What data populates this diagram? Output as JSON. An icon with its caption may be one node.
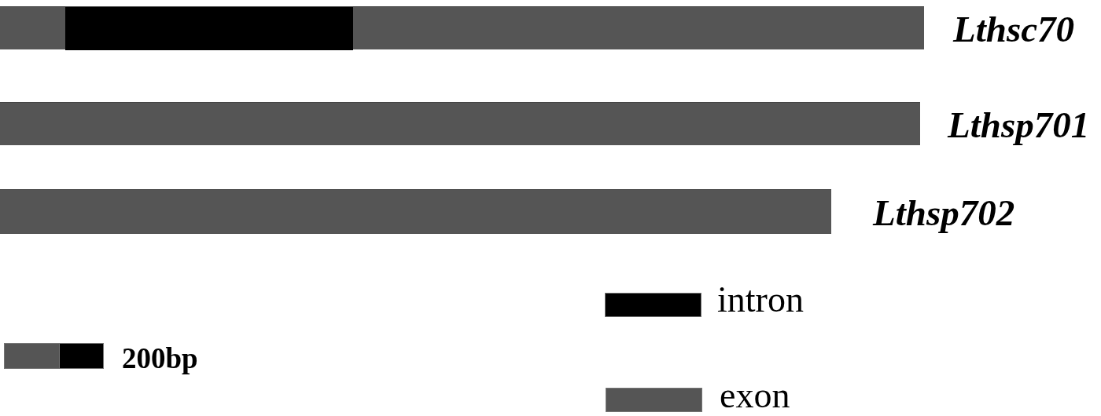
{
  "diagram": {
    "nodes": [
      {
        "text": [],
        "shape": "bar",
        "beside": [
          "Lthsc70"
        ]
      },
      {
        "text": [],
        "shape": "bar",
        "in": 0
      },
      {
        "text": [],
        "shape": "bar",
        "beside": [
          "Lthsp701"
        ]
      },
      {
        "text": [],
        "shape": "bar",
        "beside": [
          "Lthsp702"
        ]
      }
    ],
    "labels": [
      "200bp"
    ],
    "legend": [
      {
        "text": "intron",
        "color": "#000000"
      },
      {
        "text": "exon",
        "color": "#555555"
      }
    ]
  }
}
